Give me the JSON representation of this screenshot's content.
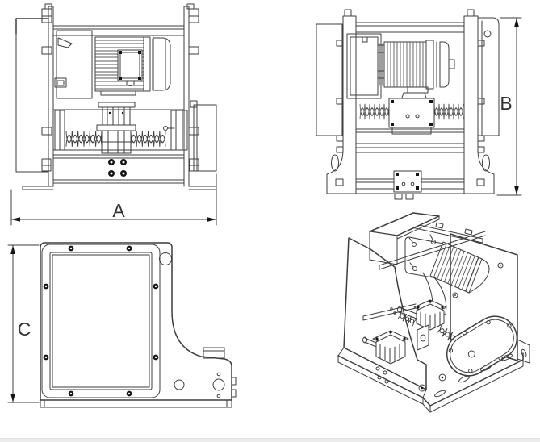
{
  "drawing": {
    "background_color": "#ffffff",
    "line_color": "#3d3d3d",
    "screw_color": "#141414",
    "footer_strip_color": "#ececec",
    "views": {
      "front_view": {
        "dimension_label": "A"
      },
      "rear_view": {
        "dimension_label": "B"
      },
      "side_view": {
        "dimension_label": "C"
      },
      "isometric_view": {}
    }
  }
}
